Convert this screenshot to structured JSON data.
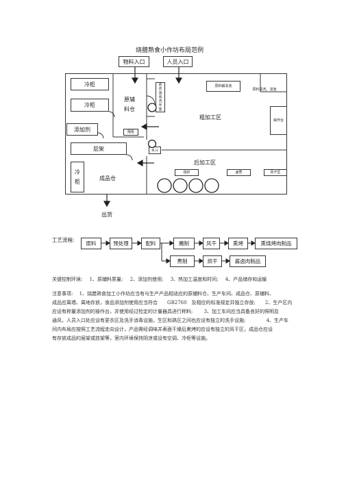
{
  "title": "烧腊熟食小作坊布局范例",
  "entrances": {
    "material": "物料入口",
    "staff": "人员入口"
  },
  "rooms": {
    "cold_cabinet_1": "冷柜",
    "cold_cabinet_2": "冷柜",
    "aux_warehouse": "原辅料仓",
    "additive": "添加剂",
    "shelf": "层架",
    "cold_vertical": "冷柜",
    "product_store": "成品仓",
    "sink_left": "隔柜",
    "sink_small": "水斗",
    "disinfect": "更衣消毒洗手室",
    "raw_pool": "原料解冻池",
    "raw_equipment": "原料清洗、浸泡",
    "rough_area": "粗加工区",
    "work_table": "操作台",
    "fine_area": "后加工区",
    "roast_small": "烧炉",
    "boil": "卤煮",
    "dry_area": "风干区"
  },
  "exit": "出货",
  "process": {
    "label": "工艺流程:",
    "row1": [
      "原料",
      "预处理",
      "配料",
      "腌制",
      "风干",
      "熏烤",
      "熏烧烤肉制品"
    ],
    "row2": [
      "煮制",
      "烘干",
      "酱卤肉制品"
    ]
  },
  "control": {
    "label": "关键控制环境:",
    "items": [
      "1、原辅料质量;",
      "2、添加剂使用;",
      "3、热加工温度和时间;",
      "4、产品储存和运输"
    ]
  },
  "notes": {
    "l1": "注意事项:　 1、烧腊熟食加工小作坊应当有与生产产品相适应的原辅料仓、生产车间、成品仓、原辅料、",
    "l2": "成品应离墙、离地存放，食品添加剂使用应当符合　　GB2760　及相应的标准规定并独立存放;　　2、生产区内",
    "l3": "应设有称量添加剂的操作台，并使用经过检定的计量器具进行称料;　　 3、加工车间应当具备良好的照明及",
    "l4": "通风，人员入口处应设有更衣区及洗手消毒设施，生区和熟区之间也应设有独立的洗手设施;　　　　 4、生产车",
    "l5": "间内布局应按照工艺流程走向设计，产品需经调味并表面干燥后熏烤的应设有独立的风干区，成品仓应设",
    "l6": "有存放成品的层架或挂架等，室内环境保持阴凉或设有空调、冷柜等设施。"
  }
}
